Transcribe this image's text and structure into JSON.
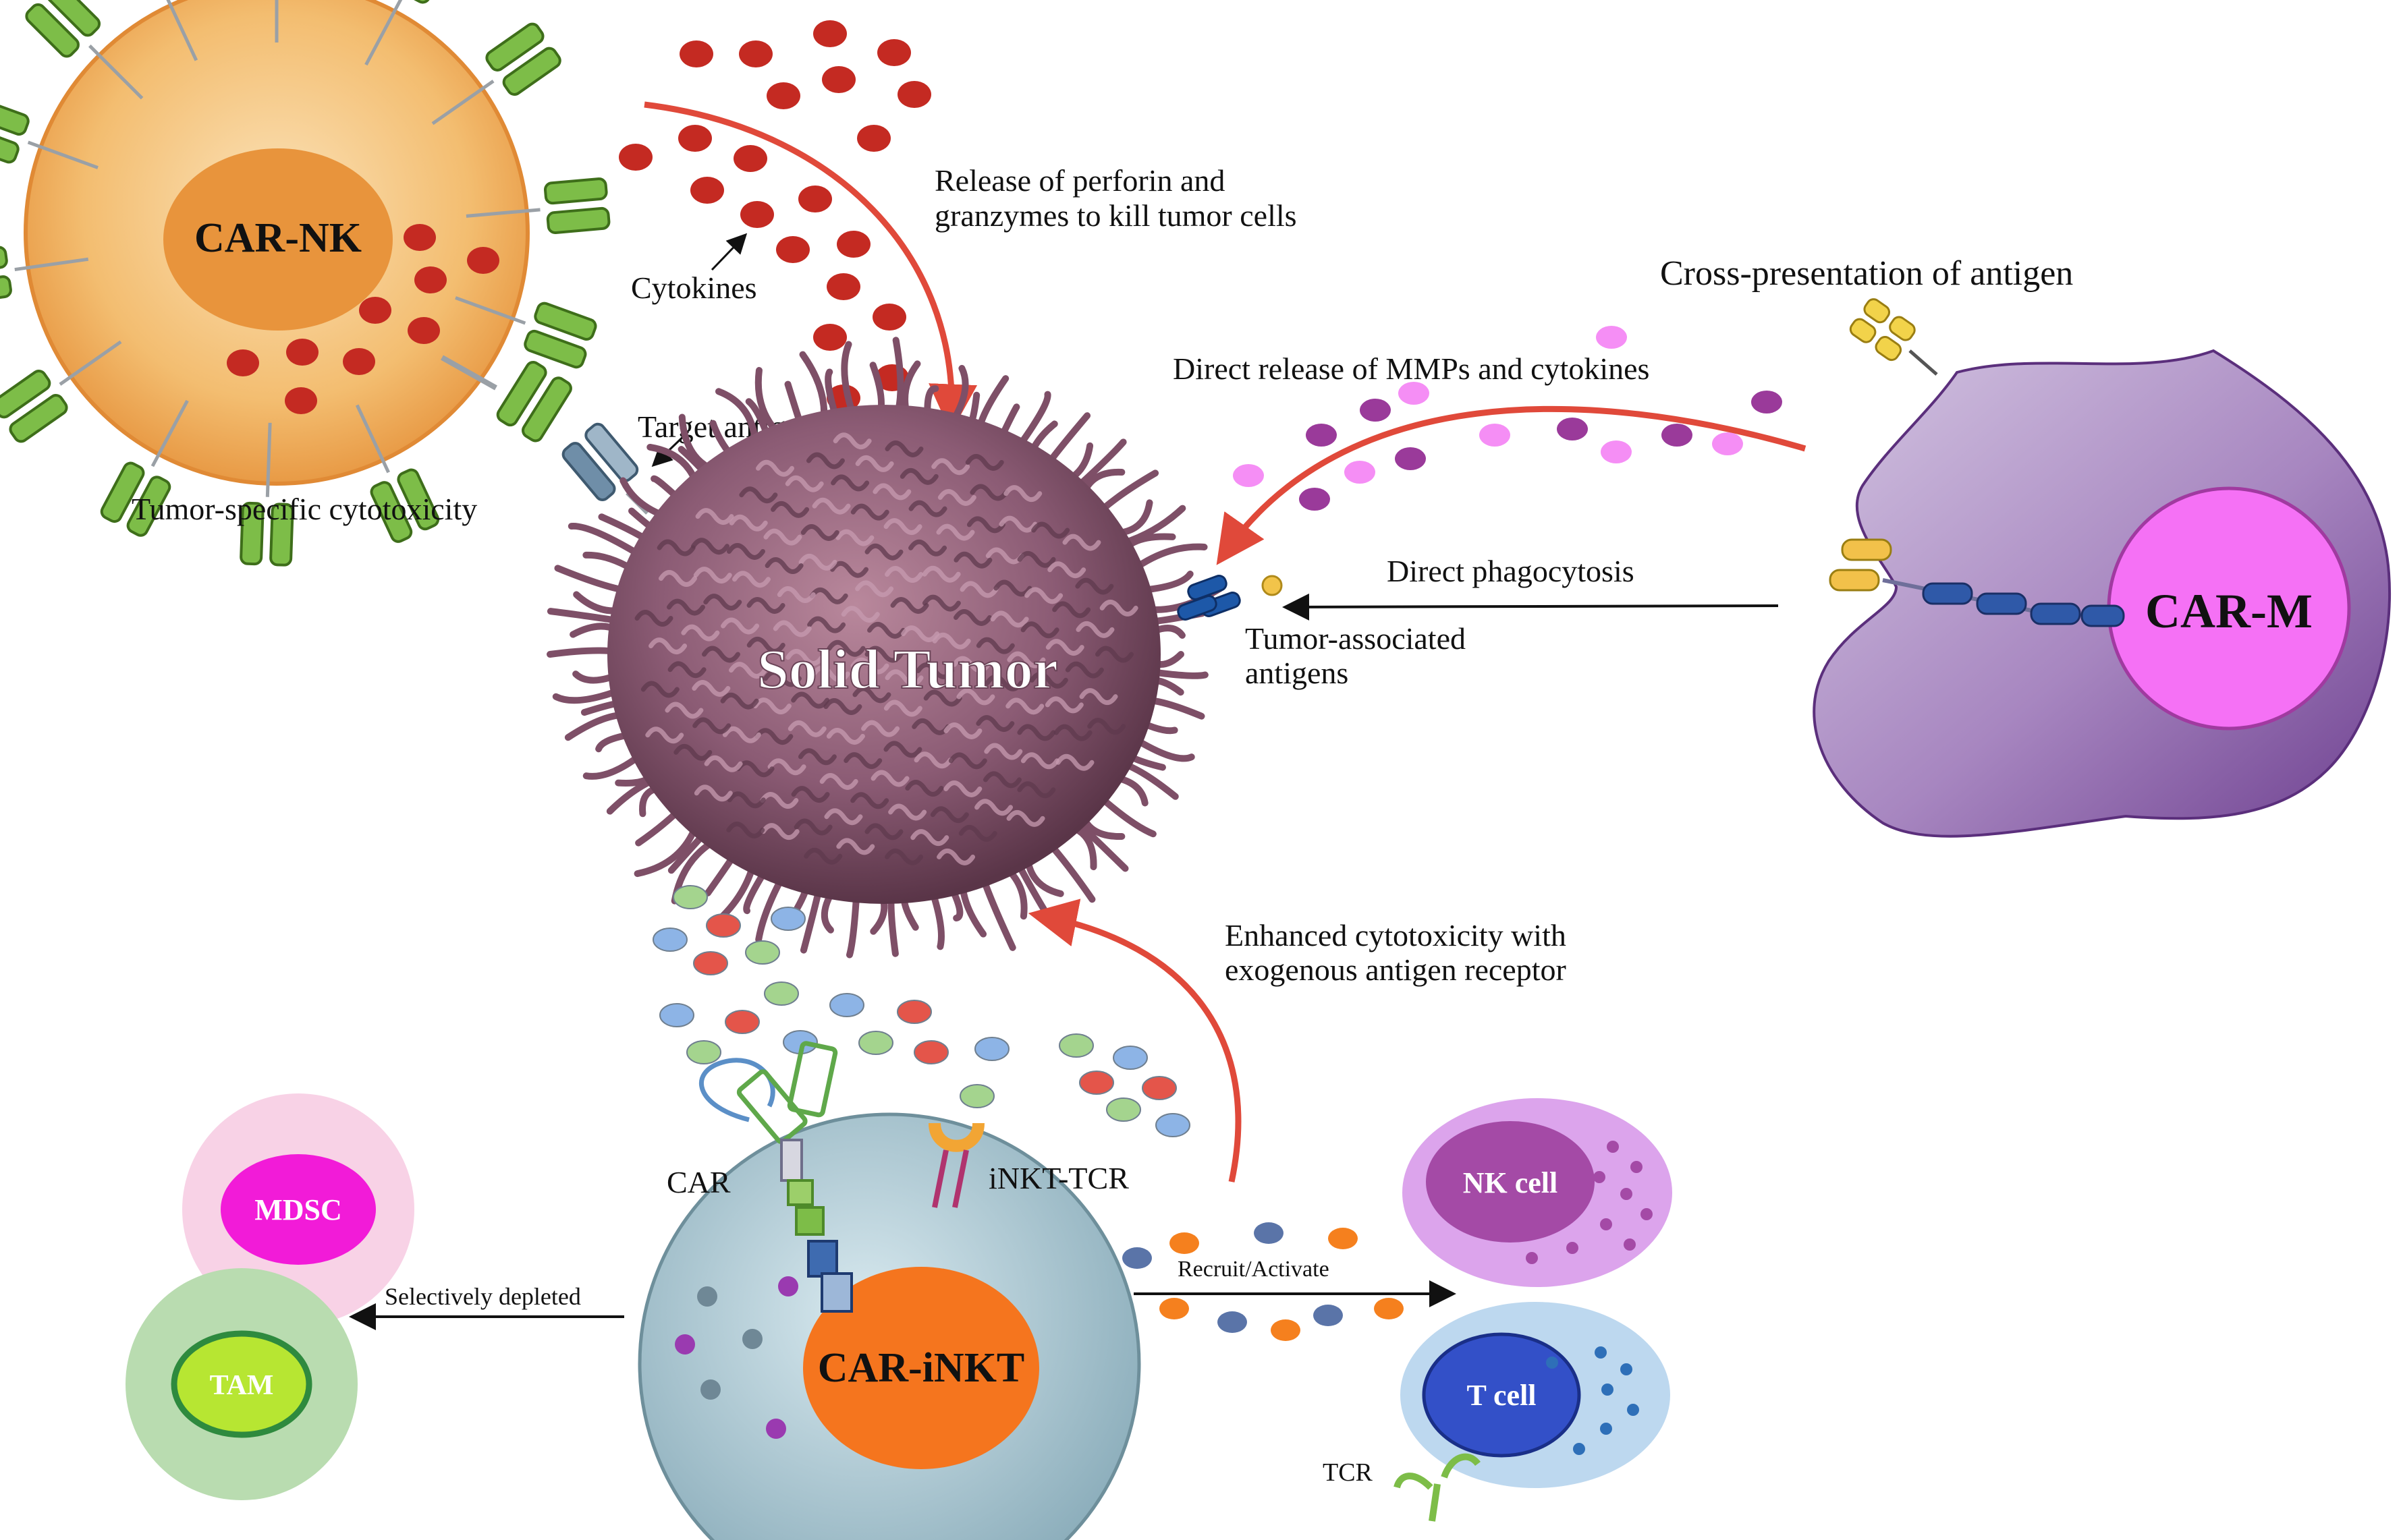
{
  "labels": {
    "car_nk": "CAR-NK",
    "cytokines": "Cytokines",
    "release_line1": "Release of perforin and",
    "release_line2": "granzymes to kill tumor cells",
    "target_antigen": "Target antigen",
    "tumor_specific": "Tumor-specific cytotoxicity",
    "solid_tumor": "Solid Tumor",
    "cross_presentation": "Cross-presentation of antigen",
    "direct_release": "Direct release of MMPs and cytokines",
    "direct_phagocytosis": "Direct phagocytosis",
    "taa_line1": "Tumor-associated",
    "taa_line2": "antigens",
    "car_m": "CAR-M",
    "enhanced_line1": "Enhanced cytotoxicity with",
    "enhanced_line2": "exogenous antigen receptor",
    "car": "CAR",
    "inkt_tcr": "iNKT-TCR",
    "mdsc": "MDSC",
    "tam": "TAM",
    "selectively_depleted": "Selectively depleted",
    "car_inkt": "CAR-iNKT",
    "recruit_activate": "Recruit/Activate",
    "nk_cell": "NK cell",
    "t_cell": "T cell",
    "tcr": "TCR"
  },
  "colors": {
    "nk_outer": "#f2b765",
    "nk_nucleus": "#e8943c",
    "granule_red": "#c42a22",
    "receptor_green": "#6fae3a",
    "arrow_red": "#e0493a",
    "tumor": "#8e5f78",
    "macrophage": "#9877b0",
    "car_m_nucleus": "#f571f5",
    "dot_purple": "#9a3a9a",
    "dot_pink": "#f58ef5",
    "inkt_outer": "#a9c6d2",
    "inkt_nucleus": "#f5751e",
    "mdsc": "#f21bd8",
    "tam": "#b7e632",
    "nk_cell_outer": "#dca4ec",
    "nk_cell_nucleus": "#a44aa6",
    "t_cell_outer": "#bdd8ef",
    "t_cell_nucleus": "#3350c8",
    "antigen_blue": "#1d58a8",
    "antigen_yellow": "#f2c44a"
  }
}
